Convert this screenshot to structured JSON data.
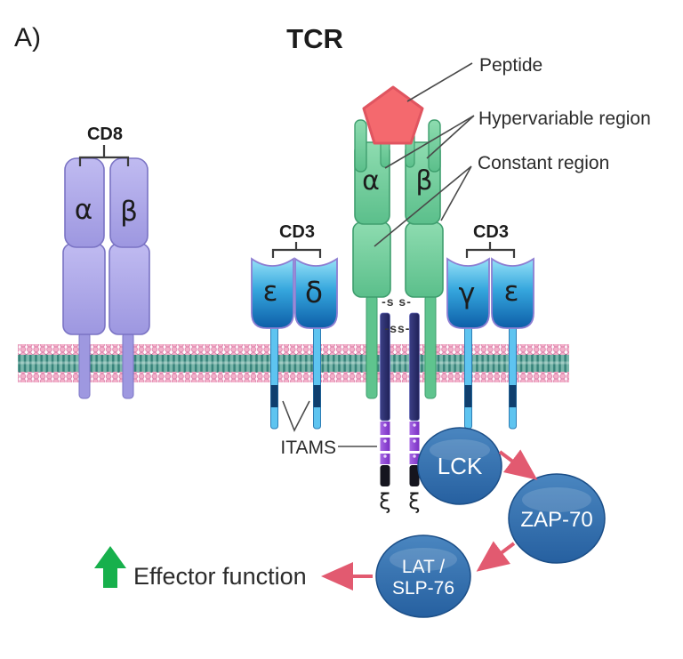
{
  "figure": {
    "panel_label": "A)",
    "title": "TCR"
  },
  "cd8": {
    "label": "CD8",
    "alpha": "α",
    "beta": "β"
  },
  "tcr": {
    "alpha": "α",
    "beta": "β",
    "disulfide_upper": "-s s-",
    "disulfide_lower": "-ss-"
  },
  "cd3_left": {
    "label": "CD3",
    "chain_left": "ε",
    "chain_right": "δ"
  },
  "cd3_right": {
    "label": "CD3",
    "chain_left": "γ",
    "chain_right": "ε"
  },
  "zeta_chains": {
    "left": "ξ",
    "right": "ξ"
  },
  "annotations": {
    "peptide": "Peptide",
    "hypervariable": "Hypervariable region",
    "constant": "Constant region",
    "itams": "ITAMS"
  },
  "signaling": {
    "lck": "LCK",
    "zap70": "ZAP-70",
    "lat_slp76_line1": "LAT /",
    "lat_slp76_line2": "SLP-76"
  },
  "effector": {
    "label": "Effector function"
  },
  "colors": {
    "tcr_green": "#6fcf9b",
    "cd8_purple": "#a8a3e8",
    "cd3_blue_top": "#93e0f8",
    "cd3_blue_bottom": "#0d5ea8",
    "peptide_red": "#f4696e",
    "peptide_border": "#e05560",
    "zeta_navy": "#2b2e6f",
    "itam_purple": "#8a3fd1",
    "signal_blue": "#2d6ba3",
    "arrow_pink": "#e25a70",
    "effector_green": "#17b04c",
    "membrane_teal": "#5ea49b",
    "membrane_pink": "#f2a9c6"
  }
}
